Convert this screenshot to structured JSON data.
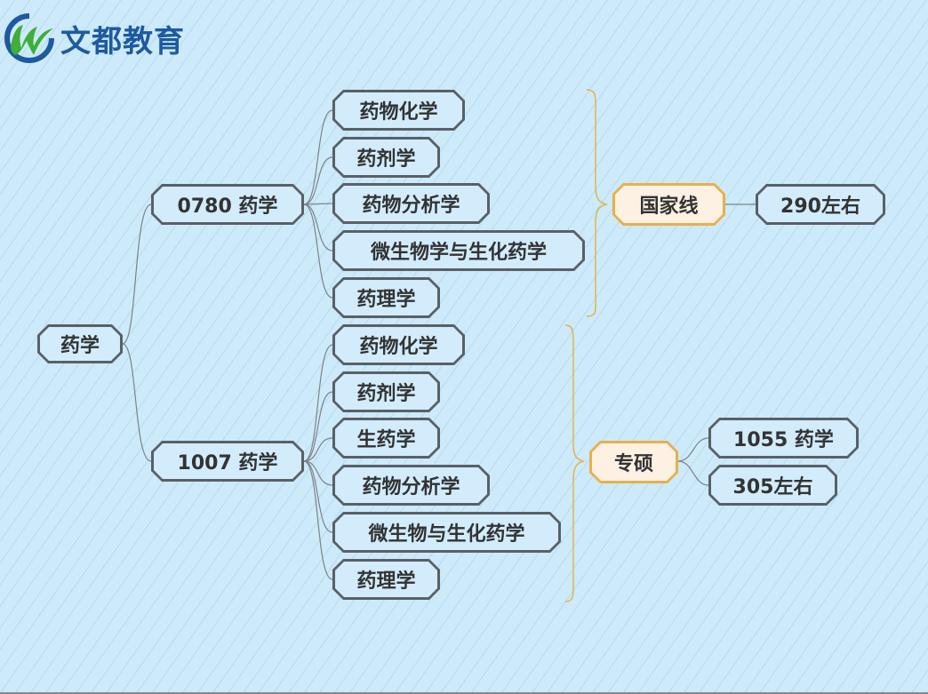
{
  "logo": {
    "text": "文都教育"
  },
  "root": "药学",
  "branches": [
    {
      "label": "0780 药学",
      "children": [
        "药物化学",
        "药剂学",
        "药物分析学",
        "微生物学与生化药学",
        "药理学"
      ],
      "category": "国家线",
      "value": "290左右"
    },
    {
      "label": "1007 药学",
      "children": [
        "药物化学",
        "药剂学",
        "生药学",
        "药物分析学",
        "微生物与生化药学",
        "药理学"
      ],
      "category": "专硕",
      "values": [
        "1055 药学",
        "305左右"
      ]
    }
  ],
  "colors": {
    "accent": "#e8b04a",
    "node_border": "#5a6068",
    "background": "#cdeafa"
  }
}
